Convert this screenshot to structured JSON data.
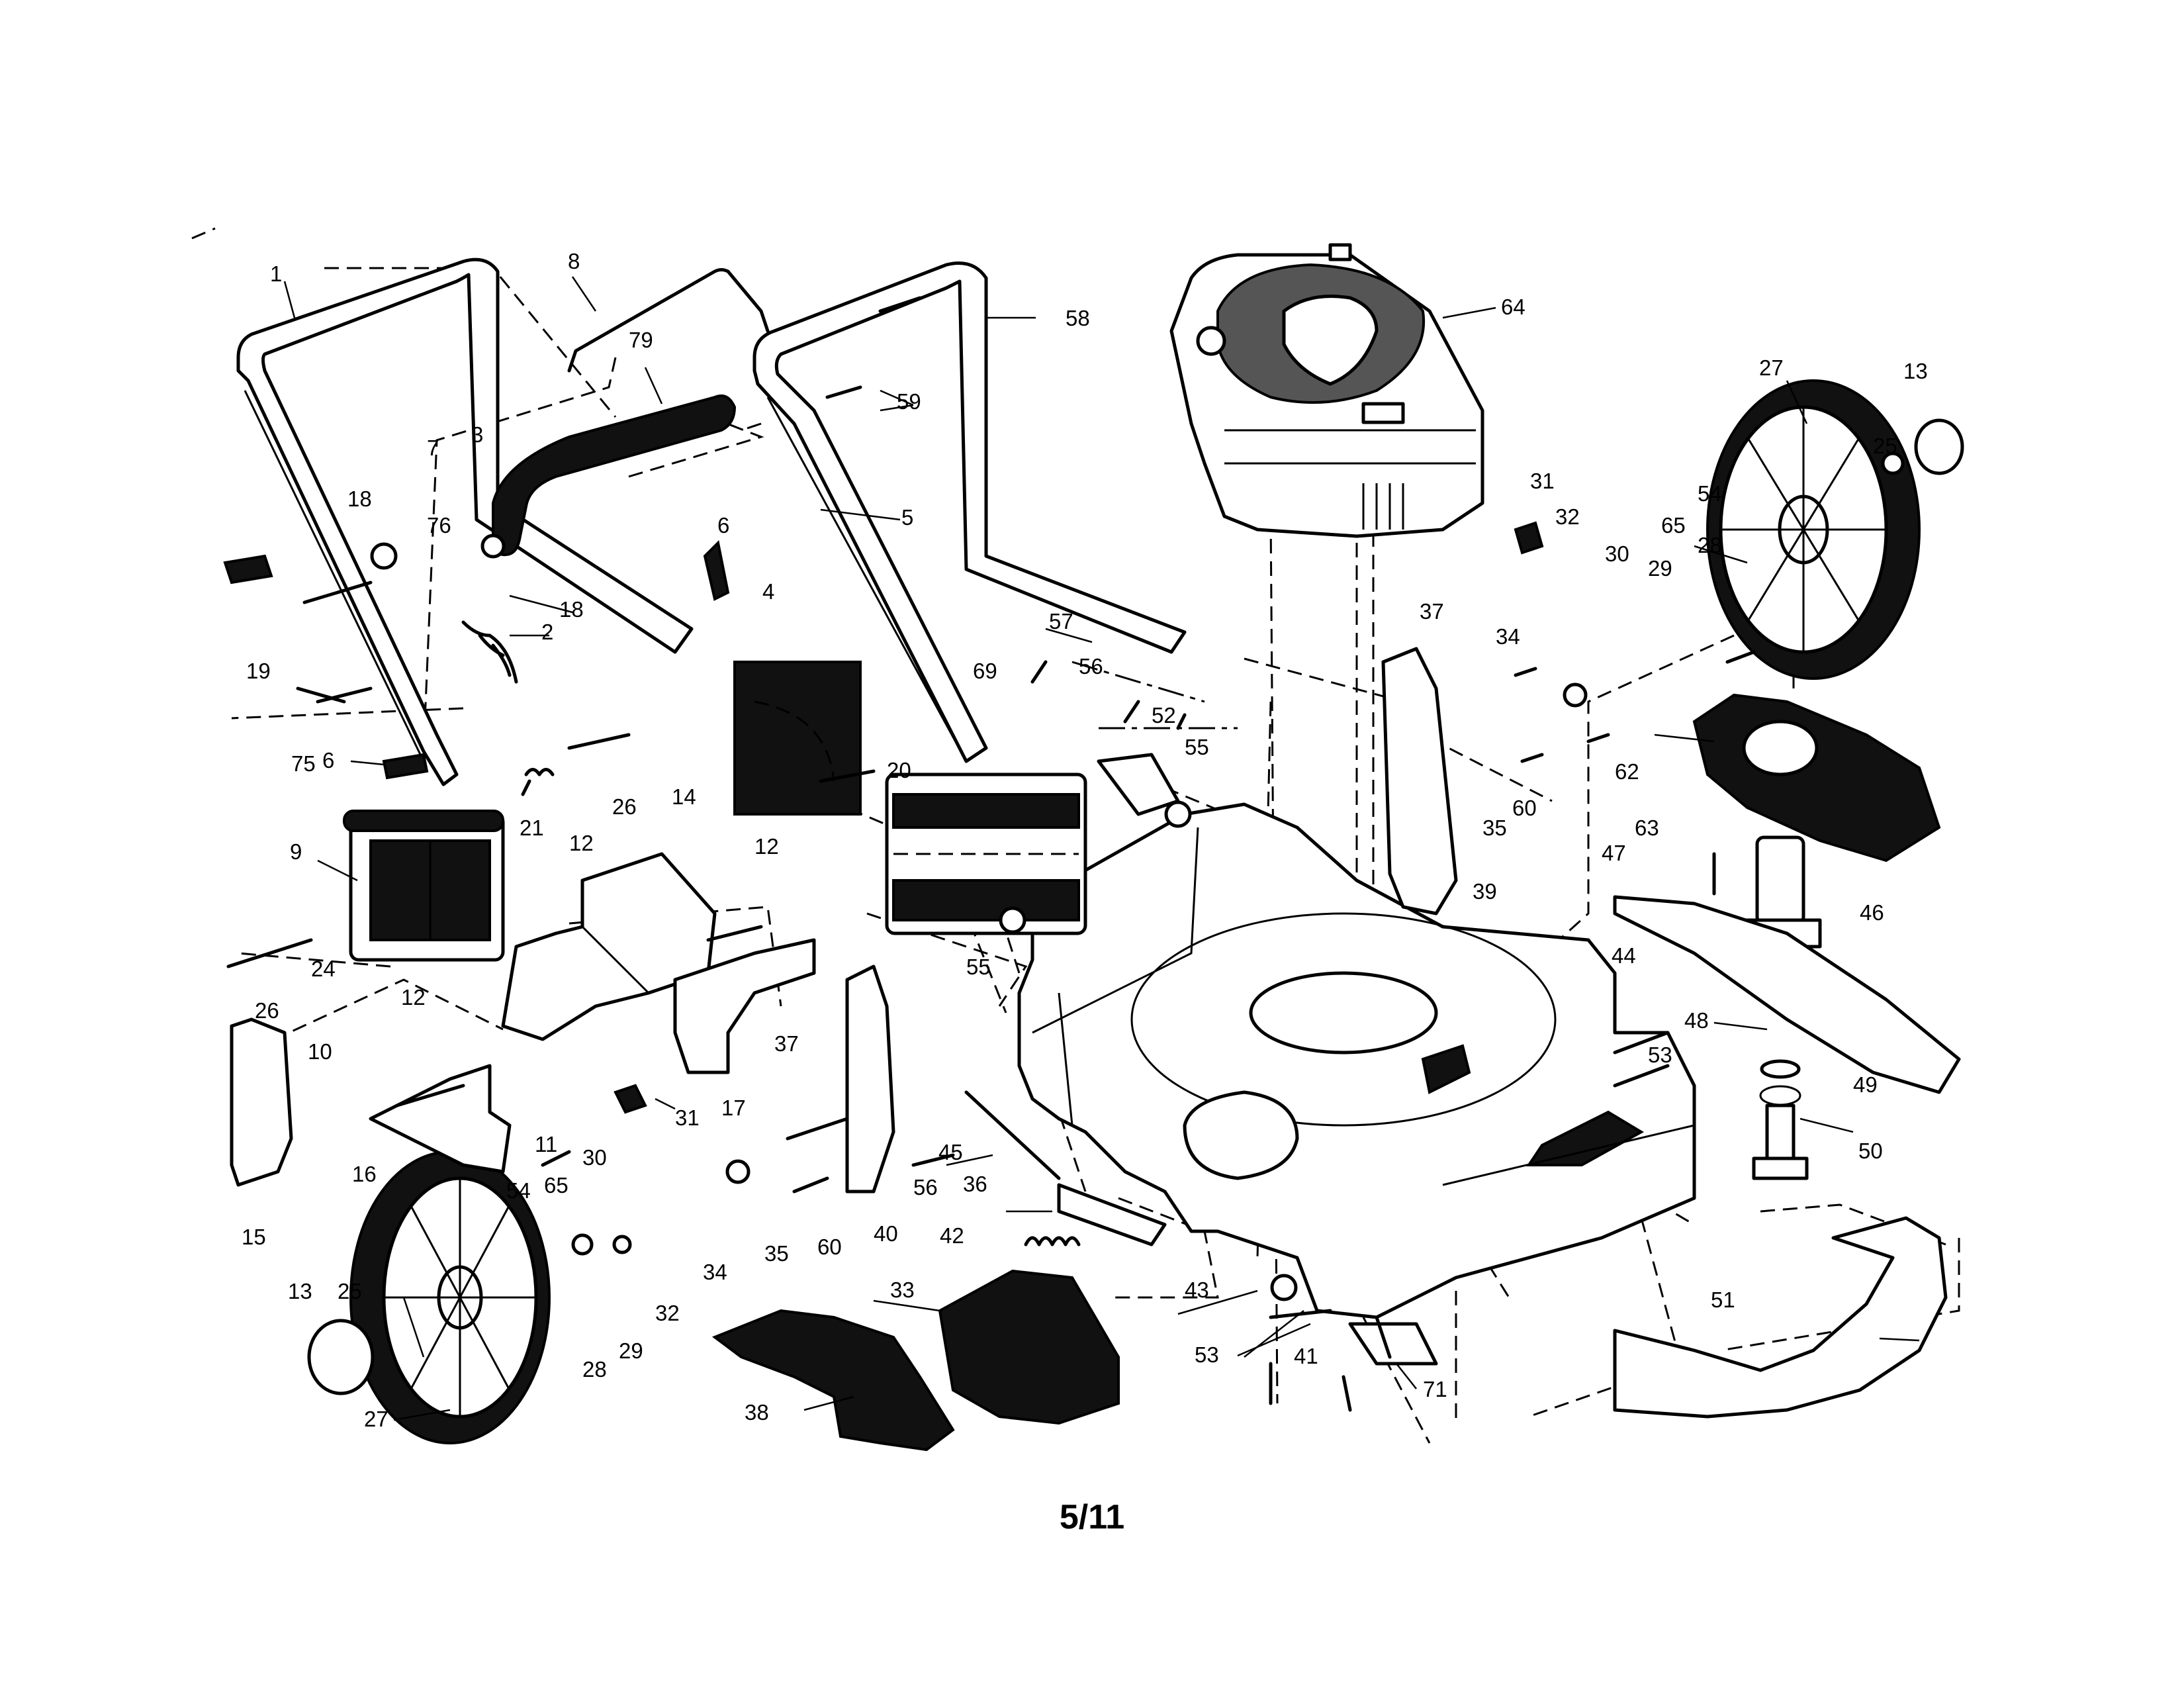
{
  "diagram": {
    "callouts": [
      "1",
      "2",
      "3",
      "4",
      "5",
      "6",
      "6",
      "7",
      "8",
      "9",
      "10",
      "11",
      "12",
      "12",
      "12",
      "13",
      "13",
      "14",
      "15",
      "16",
      "17",
      "18",
      "18",
      "19",
      "20",
      "21",
      "24",
      "25",
      "25",
      "26",
      "26",
      "27",
      "27",
      "28",
      "28",
      "29",
      "29",
      "30",
      "30",
      "31",
      "31",
      "32",
      "32",
      "33",
      "34",
      "34",
      "35",
      "35",
      "36",
      "37",
      "37",
      "38",
      "39",
      "40",
      "41",
      "42",
      "43",
      "44",
      "45",
      "46",
      "47",
      "48",
      "49",
      "50",
      "51",
      "52",
      "53",
      "53",
      "54",
      "54",
      "55",
      "55",
      "56",
      "56",
      "57",
      "58",
      "59",
      "60",
      "60",
      "62",
      "63",
      "64",
      "65",
      "65",
      "69",
      "71",
      "75",
      "76",
      "79"
    ],
    "page_number": "5/11"
  }
}
